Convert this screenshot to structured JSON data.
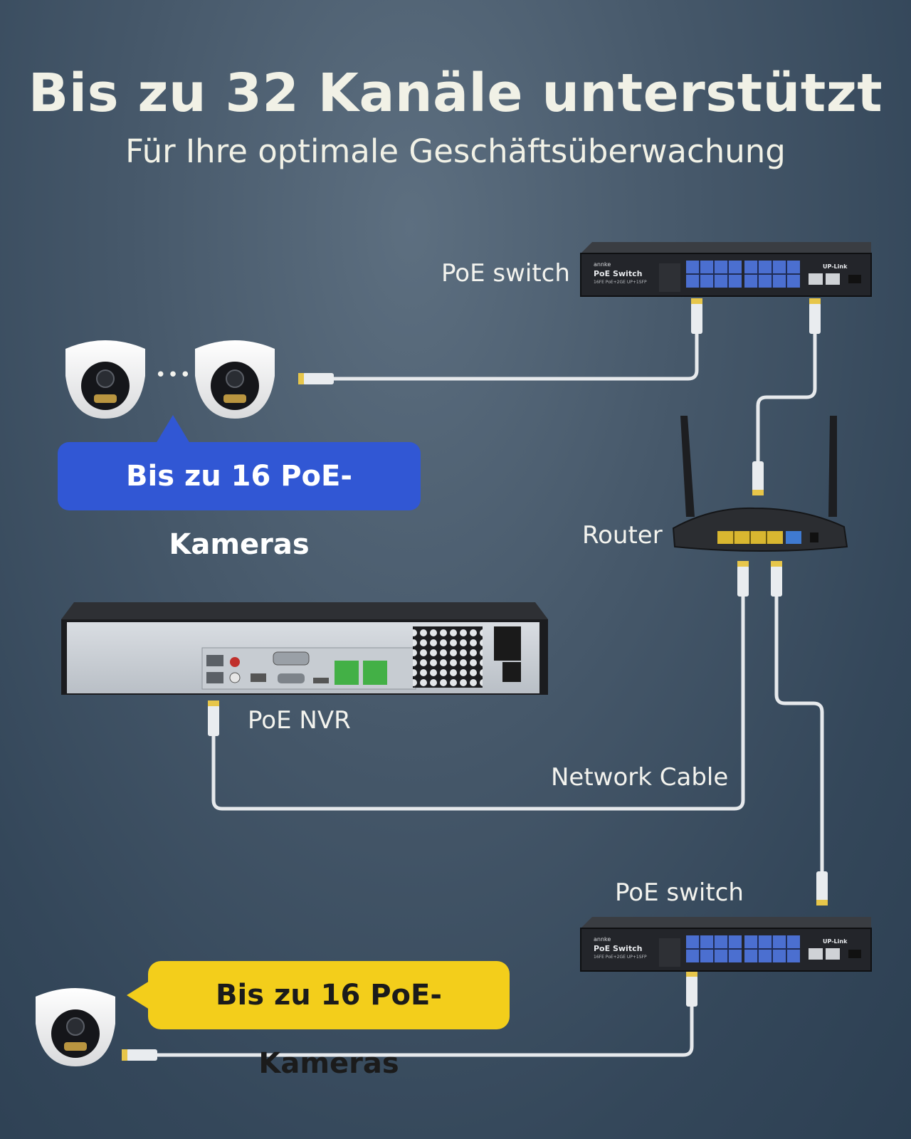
{
  "header": {
    "title": "Bis zu 32 Kanäle unterstützt",
    "subtitle": "Für Ihre optimale Geschäftsüberwachung"
  },
  "labels": {
    "poe_switch_top": "PoE switch",
    "router": "Router",
    "poe_nvr": "PoE NVR",
    "network_cable": "Network Cable",
    "poe_switch_bottom": "PoE switch",
    "camera_ellipsis": "•••"
  },
  "callouts": {
    "cameras_top": "Bis zu 16 PoE-Kameras",
    "cameras_bottom": "Bis zu 16 PoE-Kameras"
  },
  "switch_panel": {
    "brand": "annke",
    "model": "PoE Switch",
    "spec": "16FE PoE+2GE UP+1SFP",
    "uplink": "UP-Link"
  },
  "colors": {
    "callout_top": "#3157d4",
    "callout_bottom": "#f3ce1b",
    "cable": "#e6e9ec",
    "device_body": "#2a2c30",
    "port_blue": "#4b6fd0"
  }
}
